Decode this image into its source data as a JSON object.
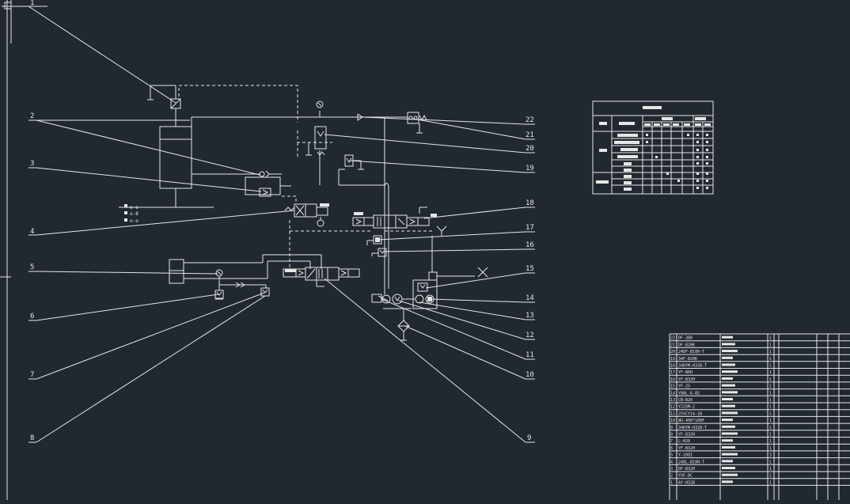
{
  "drawing": {
    "callouts": [
      "1",
      "2",
      "3",
      "4",
      "5",
      "6",
      "7",
      "8",
      "9",
      "10",
      "11",
      "12",
      "13",
      "14",
      "15",
      "16",
      "17",
      "18",
      "19",
      "20",
      "21",
      "22"
    ],
    "bom": {
      "rows": [
        {
          "no": "22",
          "code": "DF-3B0",
          "qty": "1"
        },
        {
          "no": "21",
          "code": "DF-B20K",
          "qty": "1"
        },
        {
          "no": "20",
          "code": "24DF-B10H-T",
          "qty": "1"
        },
        {
          "no": "19",
          "code": "34F-B20K",
          "qty": "1"
        },
        {
          "no": "18",
          "code": "34DYM-H32B-T",
          "qty": "1"
        },
        {
          "no": "17",
          "code": "YF-B6H",
          "qty": "1"
        },
        {
          "no": "16",
          "code": "YF-B32H",
          "qty": "1"
        },
        {
          "no": "15",
          "code": "YF-25",
          "qty": "1"
        },
        {
          "no": "14",
          "code": "Y80L-6-B5",
          "qty": "1"
        },
        {
          "no": "13",
          "code": "CB-B20",
          "qty": "1"
        },
        {
          "no": "12",
          "code": "Y225M-2",
          "qty": "1"
        },
        {
          "no": "11",
          "code": "25SCY14-1B",
          "qty": "1"
        },
        {
          "no": "10",
          "code": "WU-400*100F",
          "qty": "1"
        },
        {
          "no": "9",
          "code": "34DYM-H32B-T",
          "qty": "1"
        },
        {
          "no": "8",
          "code": "YF-B32H",
          "qty": "1"
        },
        {
          "no": "7",
          "code": "L-H20",
          "qty": "1"
        },
        {
          "no": "6",
          "code": "YF-B32H",
          "qty": "1"
        },
        {
          "no": "5",
          "code": "Y-100I",
          "qty": "3"
        },
        {
          "no": "4",
          "code": "24DL-B10H-T",
          "qty": "1"
        },
        {
          "no": "3",
          "code": "DF-B32H",
          "qty": "1"
        },
        {
          "no": "2",
          "code": "YXF-DC",
          "qty": "1"
        },
        {
          "no": "1",
          "code": "AY-H32B",
          "qty": "1"
        }
      ]
    }
  }
}
